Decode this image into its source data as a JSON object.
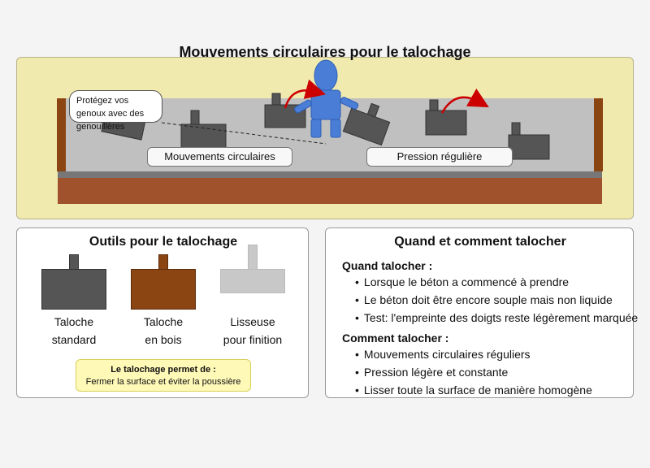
{
  "title": "Mouvements circulaires pour le talochage",
  "scene": {
    "knee_tip": "Protégez vos genoux avec des genouillères",
    "label_circular": "Mouvements circulaires",
    "label_pressure": "Pression régulière"
  },
  "tools": {
    "title": "Outils pour le talochage",
    "items": [
      {
        "label_line1": "Taloche",
        "label_line2": "standard",
        "color": "#555555"
      },
      {
        "label_line1": "Taloche",
        "label_line2": "en bois",
        "color": "#8b4513"
      },
      {
        "label_line1": "Lisseuse",
        "label_line2": "pour finition",
        "color": "#c8c8c8"
      }
    ],
    "note_heading": "Le talochage permet de :",
    "note_text": "Fermer la surface et éviter la poussière"
  },
  "when": {
    "title": "Quand et comment talocher",
    "when_heading": "Quand talocher :",
    "when_items": [
      "Lorsque le béton a commencé à prendre",
      "Le béton doit être encore souple mais non liquide",
      "Test: l'empreinte des doigts reste légèrement marquée"
    ],
    "how_heading": "Comment talocher :",
    "how_items": [
      "Mouvements circulaires réguliers",
      "Pression légère et constante",
      "Lisser toute la surface de manière homogène"
    ]
  },
  "colors": {
    "scene_bg": "#f1eaaf",
    "concrete": "#c0c0c0",
    "ground": "#a0522d",
    "worker": "#4a7ed6",
    "arrow": "#cc0000",
    "float_dark": "#555555"
  }
}
